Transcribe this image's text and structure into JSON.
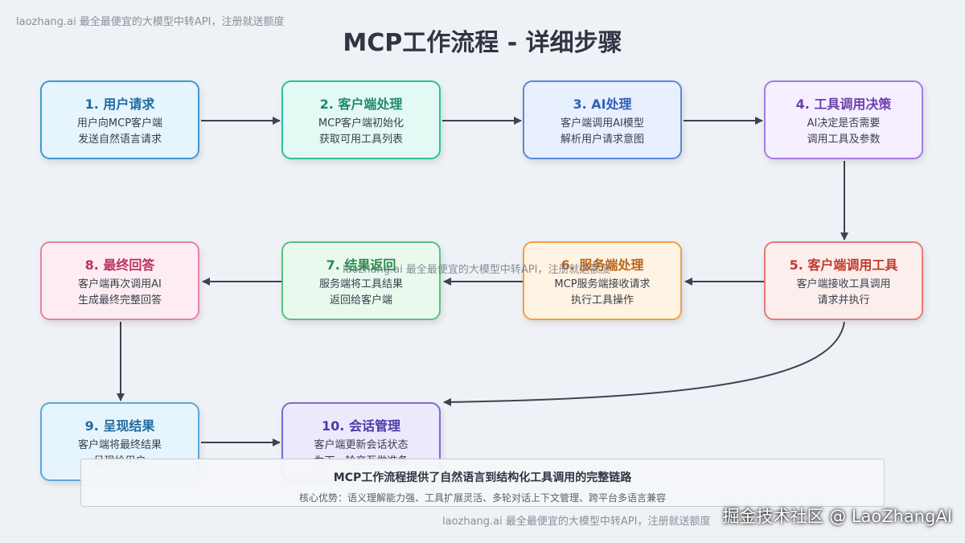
{
  "watermark_top": "laozhang.ai 最全最便宜的大模型中转API，注册就送额度",
  "title": "MCP工作流程 - 详细步骤",
  "watermark_mid": "laozhang.ai 最全最便宜的大模型中转API，注册就送额度",
  "nodes": [
    {
      "title": "1. 用户请求",
      "line1": "用户向MCP客户端",
      "line2": "发送自然语言请求",
      "colors": {
        "fill": "#e6f4fe",
        "border": "#3d9ad1",
        "title": "#1f6aa0"
      }
    },
    {
      "title": "2. 客户端处理",
      "line1": "MCP客户端初始化",
      "line2": "获取可用工具列表",
      "colors": {
        "fill": "#e3faf4",
        "border": "#2fbf9b",
        "title": "#1e8a6e"
      }
    },
    {
      "title": "3. AI处理",
      "line1": "客户端调用AI模型",
      "line2": "解析用户请求意图",
      "colors": {
        "fill": "#e8efff",
        "border": "#5a86e0",
        "title": "#2f5fb8"
      }
    },
    {
      "title": "4. 工具调用决策",
      "line1": "AI决定是否需要",
      "line2": "调用工具及参数",
      "colors": {
        "fill": "#f5efff",
        "border": "#a77be0",
        "title": "#6b3fae"
      }
    },
    {
      "title": "5. 客户端调用工具",
      "line1": "客户端接收工具调用",
      "line2": "请求并执行",
      "colors": {
        "fill": "#fdeeee",
        "border": "#e57a7a",
        "title": "#c0392b"
      }
    },
    {
      "title": "6. 服务端处理",
      "line1": "MCP服务端接收请求",
      "line2": "执行工具操作",
      "colors": {
        "fill": "#fff3e3",
        "border": "#f0a040",
        "title": "#b9651a"
      }
    },
    {
      "title": "7. 结果返回",
      "line1": "服务端将工具结果",
      "line2": "返回给客户端",
      "colors": {
        "fill": "#e9f9ee",
        "border": "#5cc17d",
        "title": "#2f8a4e"
      }
    },
    {
      "title": "8. 最终回答",
      "line1": "客户端再次调用AI",
      "line2": "生成最终完整回答",
      "colors": {
        "fill": "#fdedf2",
        "border": "#e783a2",
        "title": "#b8355f"
      }
    },
    {
      "title": "9. 呈现结果",
      "line1": "客户端将最终结果",
      "line2": "呈现给用户",
      "colors": {
        "fill": "#e6f4fe",
        "border": "#5aa9dc",
        "title": "#1f6aa0"
      }
    },
    {
      "title": "10. 会话管理",
      "line1": "客户端更新会话状态",
      "line2": "为下一轮交互做准备",
      "colors": {
        "fill": "#ece9fd",
        "border": "#7b6ad6",
        "title": "#4a3aa8"
      }
    }
  ],
  "summary": {
    "title": "MCP工作流程提供了自然语言到结构化工具调用的完整链路",
    "subtitle": "核心优势：语义理解能力强、工具扩展灵活、多轮对话上下文管理、跨平台多语言兼容"
  },
  "watermark_bottom": "laozhang.ai 最全最便宜的大模型中转API，注册就送额度",
  "credit": "掘金技术社区 @ LaoZhangAI",
  "arrow_color": "#3d4350"
}
